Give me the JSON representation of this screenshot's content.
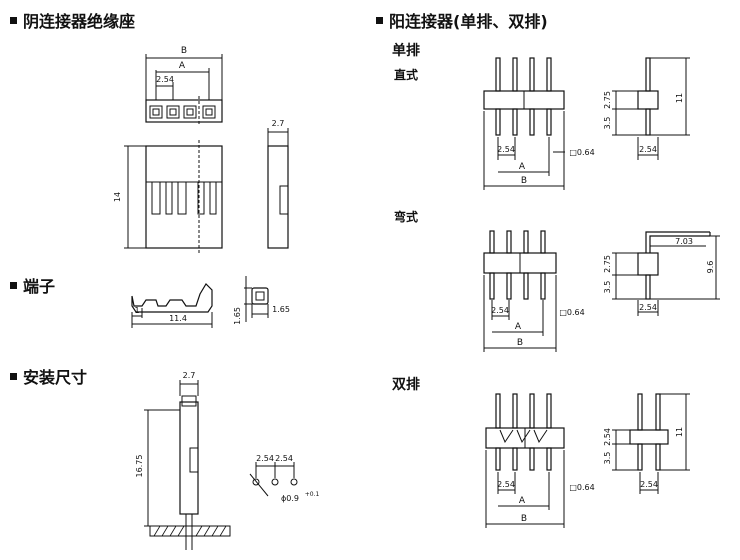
{
  "headings": {
    "female_housing": "阴连接器绝缘座",
    "male_connector": "阳连接器(单排、双排)",
    "terminal": "端子",
    "install": "安装尺寸",
    "single_row": "单排",
    "straight": "直式",
    "bent": "弯式",
    "double_row": "双排"
  },
  "dims": {
    "B": "B",
    "A": "A",
    "pitch": "2.54",
    "width_2_7": "2.7",
    "h_14": "14",
    "len_11_4": "11.4",
    "t_1": "1",
    "t_1_65": "1.65",
    "h_16_75": "16.75",
    "hole": "ϕ0.9",
    "hole_tol": "+0.1",
    "pin_sq": "□0.64",
    "h_2_75": "2.75",
    "h_3_5": "3.5",
    "h_11": "11",
    "len_7_03": "7.03",
    "h_9_6": "9.6"
  }
}
